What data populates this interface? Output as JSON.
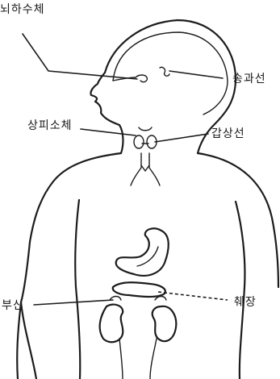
{
  "labels": {
    "pituitary": "뇌하수체",
    "pineal": "송과선",
    "parathyroid": "상피소체",
    "thyroid": "갑상선",
    "adrenal": "부신",
    "pancreas": "췌장"
  }
}
